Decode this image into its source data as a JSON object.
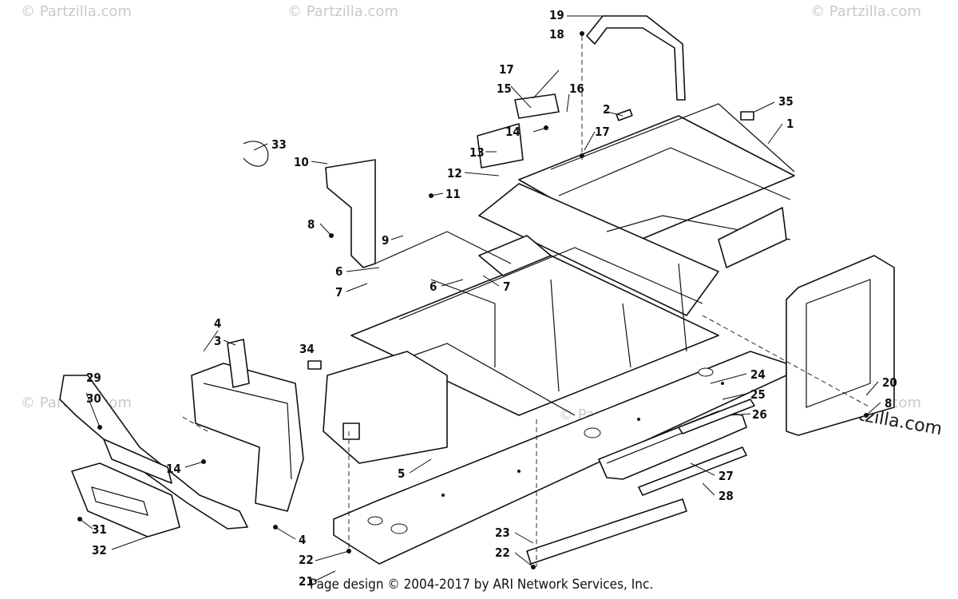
{
  "watermark": {
    "text": "© Partzilla.com",
    "corner_text": "Partzilla.com"
  },
  "footer": "Page design © 2004-2017 by ARI Network Services, Inc.",
  "callouts": [
    {
      "id": "c19",
      "label": "19"
    },
    {
      "id": "c18",
      "label": "18"
    },
    {
      "id": "c17a",
      "label": "17"
    },
    {
      "id": "c15",
      "label": "15"
    },
    {
      "id": "c16",
      "label": "16"
    },
    {
      "id": "c2",
      "label": "2"
    },
    {
      "id": "c35",
      "label": "35"
    },
    {
      "id": "c1",
      "label": "1"
    },
    {
      "id": "c14a",
      "label": "14"
    },
    {
      "id": "c17b",
      "label": "17"
    },
    {
      "id": "c33",
      "label": "33"
    },
    {
      "id": "c13",
      "label": "13"
    },
    {
      "id": "c10",
      "label": "10"
    },
    {
      "id": "c12",
      "label": "12"
    },
    {
      "id": "c11",
      "label": "11"
    },
    {
      "id": "c8a",
      "label": "8"
    },
    {
      "id": "c9",
      "label": "9"
    },
    {
      "id": "c6a",
      "label": "6"
    },
    {
      "id": "c7a",
      "label": "7"
    },
    {
      "id": "c6b",
      "label": "6"
    },
    {
      "id": "c7b",
      "label": "7"
    },
    {
      "id": "c4a",
      "label": "4"
    },
    {
      "id": "c3",
      "label": "3"
    },
    {
      "id": "c34",
      "label": "34"
    },
    {
      "id": "c29",
      "label": "29"
    },
    {
      "id": "c30",
      "label": "30"
    },
    {
      "id": "c24",
      "label": "24"
    },
    {
      "id": "c25",
      "label": "25"
    },
    {
      "id": "c26",
      "label": "26"
    },
    {
      "id": "c20",
      "label": "20"
    },
    {
      "id": "c8b",
      "label": "8"
    },
    {
      "id": "c14b",
      "label": "14"
    },
    {
      "id": "c5",
      "label": "5"
    },
    {
      "id": "c27",
      "label": "27"
    },
    {
      "id": "c28",
      "label": "28"
    },
    {
      "id": "c31",
      "label": "31"
    },
    {
      "id": "c32",
      "label": "32"
    },
    {
      "id": "c4b",
      "label": "4"
    },
    {
      "id": "c23",
      "label": "23"
    },
    {
      "id": "c22a",
      "label": "22"
    },
    {
      "id": "c22b",
      "label": "22"
    },
    {
      "id": "c21",
      "label": "21"
    }
  ]
}
